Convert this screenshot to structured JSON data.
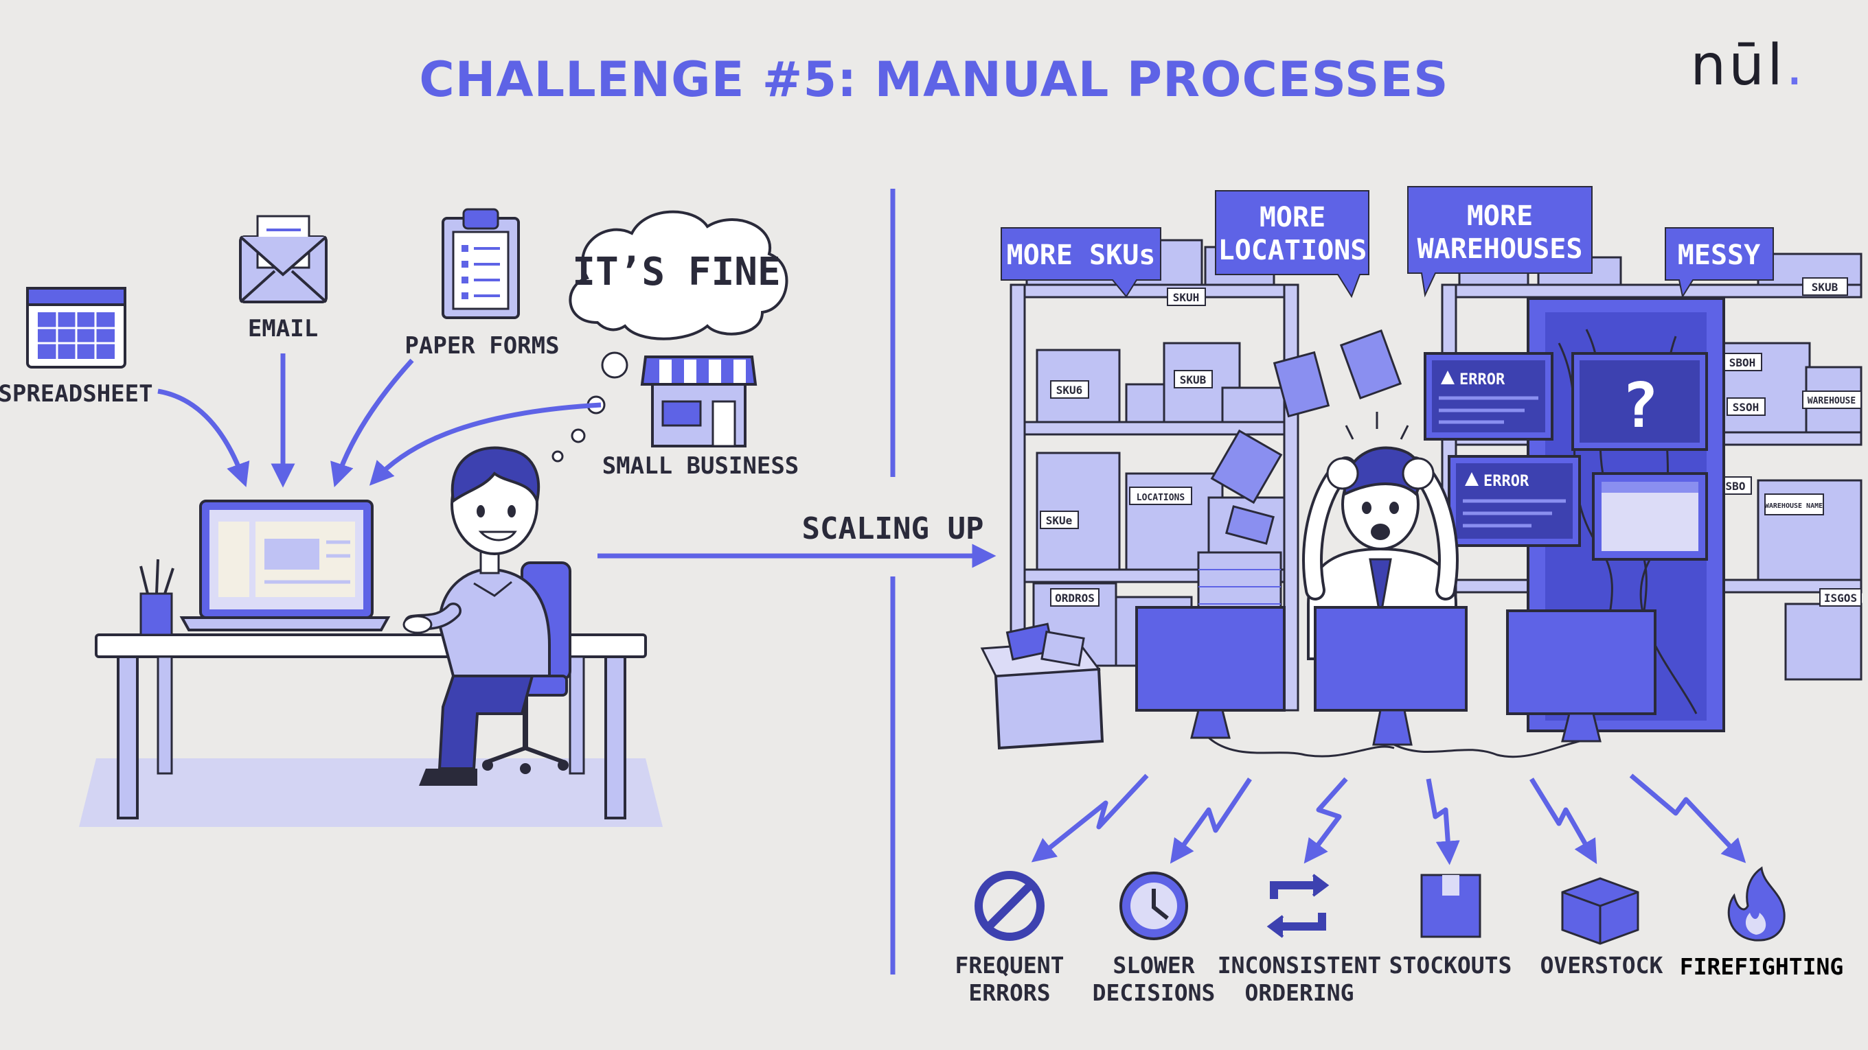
{
  "title": "CHALLENGE #5: MANUAL PROCESSES",
  "logo": "nūl",
  "logo_dot": ".",
  "left": {
    "sources": [
      {
        "label": "SPREADSHEET",
        "icon": "spreadsheet-icon"
      },
      {
        "label": "EMAIL",
        "icon": "email-icon"
      },
      {
        "label": "PAPER FORMS",
        "icon": "clipboard-icon"
      }
    ],
    "thought": "IT’S FINE",
    "business": "SMALL BUSINESS"
  },
  "transition": "SCALING UP",
  "right": {
    "bubbles": [
      "MORE SKUs",
      "MORE",
      "LOCATIONS",
      "MORE",
      "WAREHOUSES",
      "MESSY"
    ],
    "box_labels": [
      "SKUH",
      "SKU6",
      "SKUB",
      "LOCATIONS",
      "SKUe",
      "ORDROS",
      "SBOH",
      "SSOH",
      "WAREHOUSE",
      "SKUB",
      "SBO",
      "ISGOS",
      "WAREHOUSE NAME"
    ],
    "screens": [
      "ERROR",
      "ERROR",
      "?"
    ],
    "outcomes": [
      {
        "line1": "FREQUENT",
        "line2": "ERRORS",
        "icon": "prohibited-icon"
      },
      {
        "line1": "SLOWER",
        "line2": "DECISIONS",
        "icon": "clock-icon"
      },
      {
        "line1": "INCONSISTENT",
        "line2": "ORDERING",
        "icon": "repeat-icon"
      },
      {
        "line1": "STOCKOUTS",
        "line2": "",
        "icon": "box-icon"
      },
      {
        "line1": "OVERSTOCK",
        "line2": "",
        "icon": "open-box-icon"
      },
      {
        "line1": "FIREFIGHTING",
        "line2": "",
        "icon": "fire-icon"
      }
    ]
  },
  "colors": {
    "accent": "#5e63e6",
    "fill": "#bfc2f4",
    "light": "#dcdcf7",
    "ink": "#2a2a3a"
  }
}
